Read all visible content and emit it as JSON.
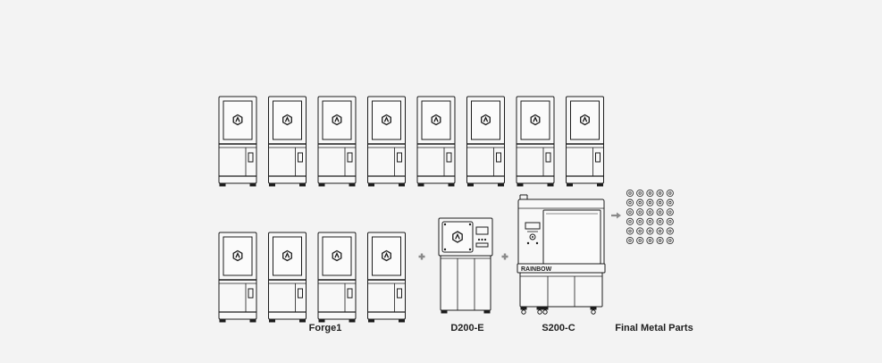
{
  "captions": {
    "forge": "Forge1",
    "debinder": "D200-E",
    "sinter": "S200-C",
    "final": "Final Metal Parts"
  },
  "sinter_brand": "RAINBOW",
  "icons": {
    "printer": "printer-icon",
    "debinder": "debinder-icon",
    "sinter": "sinter-furnace-icon",
    "plus": "plus-icon",
    "arrow": "arrow-right-icon",
    "part": "metal-part-icon"
  },
  "counts": {
    "printers_top_row": 8,
    "printers_bottom_row": 4,
    "parts_rows": 6,
    "parts_cols": 5
  },
  "colors": {
    "background": "#f3f3f3",
    "stroke": "#1c1c1c",
    "symbol": "#8a8a8a"
  }
}
